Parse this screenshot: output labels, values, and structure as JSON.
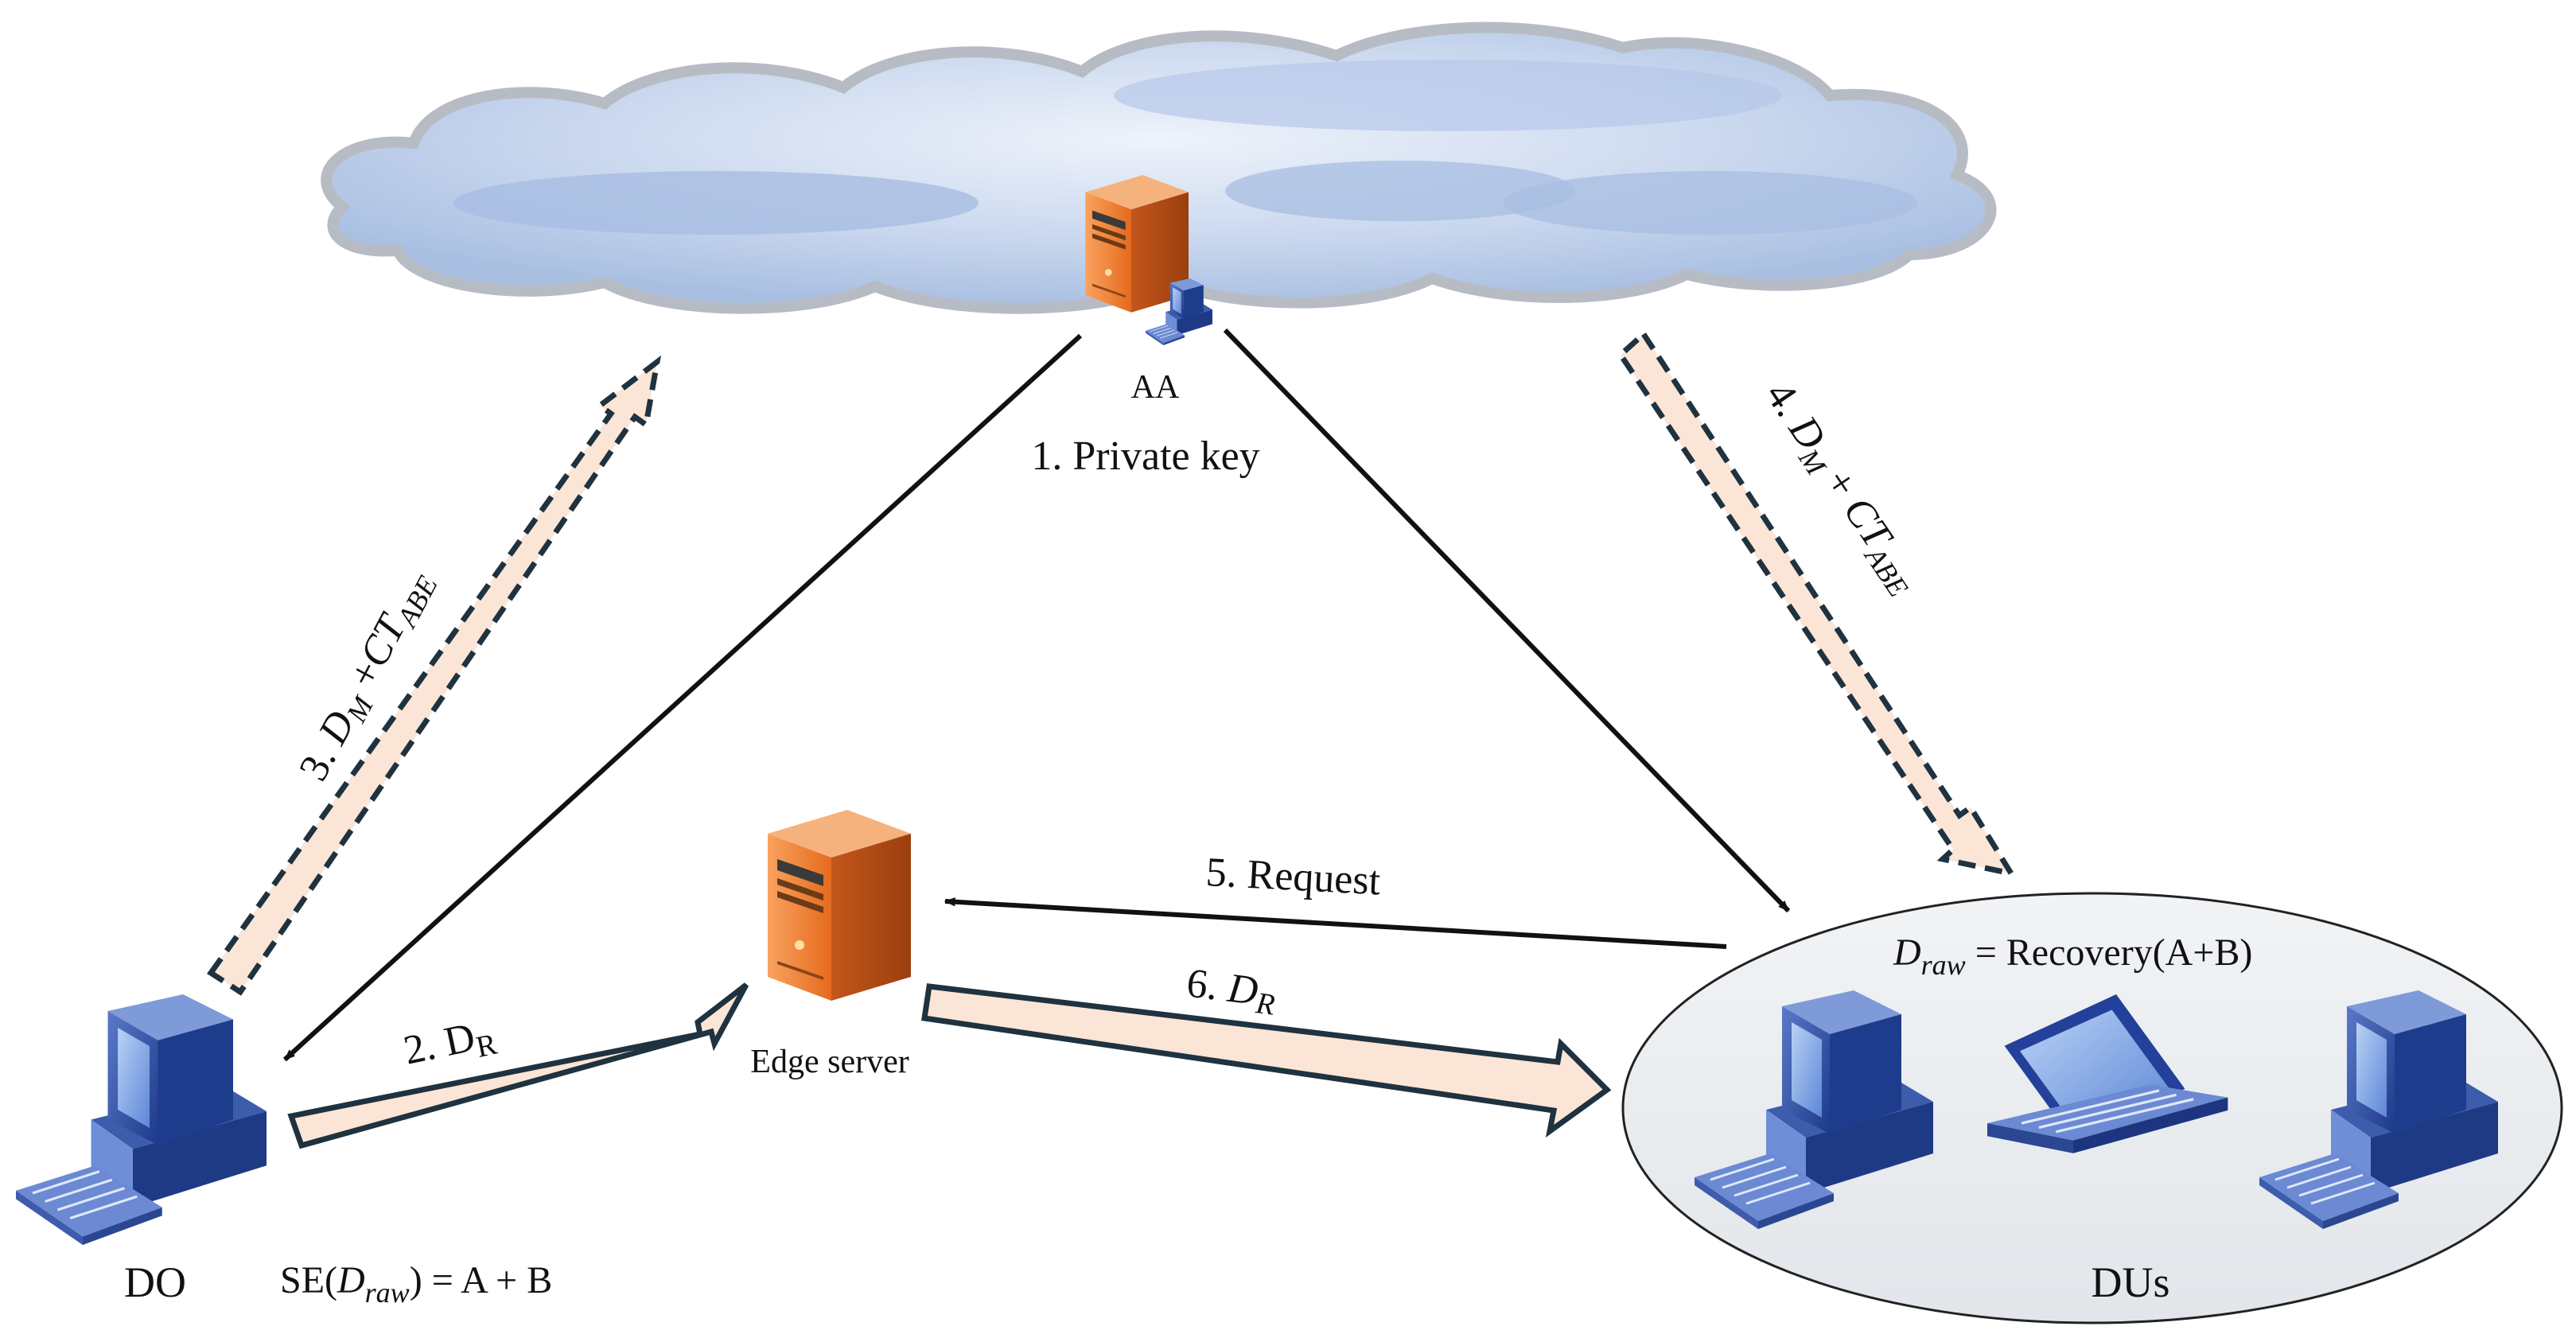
{
  "nodes": {
    "aa": {
      "label": "AA",
      "icon": "server-icon"
    },
    "edge": {
      "label": "Edge server",
      "icon": "server-icon"
    },
    "do": {
      "label": "DO",
      "icon": "desktop-computer-icon"
    },
    "dus": {
      "label": "DUs",
      "icon": "desktop-computer-icon"
    }
  },
  "formulas": {
    "do_prefix": "SE(",
    "do_var": "D",
    "do_sub": "raw",
    "do_suffix": ") = A + B",
    "du_var": "D",
    "du_sub": "raw",
    "du_suffix": " = Recovery(A+B)"
  },
  "edges": {
    "e1": {
      "label": "1. Private key"
    },
    "e2": {
      "prefix": "2. D",
      "sub": "R"
    },
    "e3": {
      "prefix": "3. ",
      "var": "D",
      "sub1": "M",
      "mid": " +",
      "var2": "CT",
      "sub2": "ABE"
    },
    "e4": {
      "prefix": "4. ",
      "var": "D",
      "sub1": "M",
      "mid": " + ",
      "var2": "CT",
      "sub2": "ABE"
    },
    "e5": {
      "label": "5. Request"
    },
    "e6": {
      "prefix": "6. ",
      "var": "D",
      "sub": "R"
    }
  },
  "colors": {
    "arrow_fill": "#fbe5d6",
    "arrow_stroke": "#1f3240",
    "cloud_light": "#dbe5f4",
    "cloud_dark": "#9fb6dd",
    "server_orange": "#e9762b",
    "du_ellipse": "#e9ecef"
  }
}
